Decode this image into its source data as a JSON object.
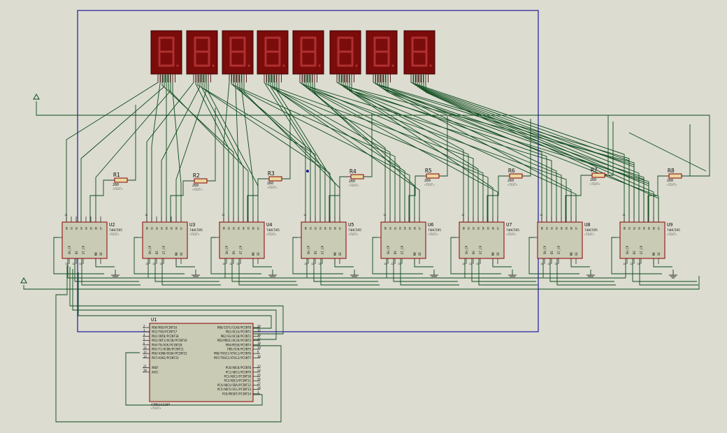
{
  "colors": {
    "background": "#dcdcd0",
    "wire": "#0b4a1c",
    "component_outline": "#8a0000",
    "component_fill": "#c9cbb4",
    "display_fill": "#7a0c0c",
    "segment": "#b03030",
    "frame": "#1c1c9a",
    "resistor_fill": "#e8d8a0"
  },
  "resistors": [
    {
      "ref": "R1",
      "value": "260",
      "text": "<TEXT>"
    },
    {
      "ref": "R2",
      "value": "260",
      "text": "<TEXT>"
    },
    {
      "ref": "R3",
      "value": "260",
      "text": "<TEXT>"
    },
    {
      "ref": "R4",
      "value": "260",
      "text": "<TEXT>"
    },
    {
      "ref": "R5",
      "value": "260",
      "text": "<TEXT>"
    },
    {
      "ref": "R6",
      "value": "260",
      "text": "<TEXT>"
    },
    {
      "ref": "R7",
      "value": "260",
      "text": "<TEXT>"
    },
    {
      "ref": "R8",
      "value": "260",
      "text": "<TEXT>"
    }
  ],
  "shift_registers": [
    {
      "ref": "U2",
      "part": "74HC595",
      "text": "<TEXT>"
    },
    {
      "ref": "U3",
      "part": "74HC595",
      "text": "<TEXT>"
    },
    {
      "ref": "U4",
      "part": "74HC595",
      "text": "<TEXT>"
    },
    {
      "ref": "U5",
      "part": "74HC595",
      "text": "<TEXT>"
    },
    {
      "ref": "U6",
      "part": "74HC595",
      "text": "<TEXT>"
    },
    {
      "ref": "U7",
      "part": "74HC595",
      "text": "<TEXT>"
    },
    {
      "ref": "U8",
      "part": "74HC595",
      "text": "<TEXT>"
    },
    {
      "ref": "U9",
      "part": "74HC595",
      "text": "<TEXT>"
    }
  ],
  "sr_pins": {
    "top_labels": [
      "Q0",
      "Q1",
      "Q2",
      "Q3",
      "Q4",
      "Q5",
      "Q6",
      "Q7"
    ],
    "left_labels": [
      "SH_CP",
      "DS",
      "ST_CP"
    ],
    "right_labels": [
      "MR",
      "OE"
    ],
    "pin_numbers": [
      "15",
      "14",
      "12",
      "11"
    ]
  },
  "mcu": {
    "ref": "U1",
    "part": "ATMEGA328P",
    "text": "<TEXT>",
    "left_pins": [
      {
        "num": "2",
        "label": "PD0/RXD/PCINT16"
      },
      {
        "num": "3",
        "label": "PD1/TXD/PCINT17"
      },
      {
        "num": "4",
        "label": "PD2/INT0/PCINT18"
      },
      {
        "num": "5",
        "label": "PD3/INT1/OC2B/PCINT19"
      },
      {
        "num": "6",
        "label": "PD4/T0/XCK/PCINT20"
      },
      {
        "num": "11",
        "label": "PD5/T1/OC0B/PCINT21"
      },
      {
        "num": "12",
        "label": "PD6/AIN0/OC0A/PCINT22"
      },
      {
        "num": "13",
        "label": "PD7/AIN1/PCINT23"
      },
      {
        "num": "21",
        "label": "AREF"
      },
      {
        "num": "20",
        "label": "AVCC"
      }
    ],
    "right_pins": [
      {
        "num": "14",
        "label": "PB0/ICP1/CLKO/PCINT0"
      },
      {
        "num": "15",
        "label": "PB1/OC1A/PCINT1"
      },
      {
        "num": "16",
        "label": "PB2/SS/OC1B/PCINT2"
      },
      {
        "num": "17",
        "label": "PB3/MOSI/OC2A/PCINT3"
      },
      {
        "num": "18",
        "label": "PB4/MISO/PCINT4"
      },
      {
        "num": "19",
        "label": "PB5/SCK/PCINT5"
      },
      {
        "num": "9",
        "label": "PB6/TOSC1/XTAL1/PCINT6"
      },
      {
        "num": "10",
        "label": "PB7/TOSC2/XTAL2/PCINT7"
      },
      {
        "num": "23",
        "label": "PC0/ADC0/PCINT8"
      },
      {
        "num": "24",
        "label": "PC1/ADC1/PCINT9"
      },
      {
        "num": "25",
        "label": "PC2/ADC2/PCINT10"
      },
      {
        "num": "26",
        "label": "PC3/ADC3/PCINT11"
      },
      {
        "num": "27",
        "label": "PC4/ADC4/SDA/PCINT12"
      },
      {
        "num": "28",
        "label": "PC5/ADC5/SCL/PCINT13"
      },
      {
        "num": "1",
        "label": "PC6/RESET/PCINT14"
      }
    ]
  },
  "displays": [
    {
      "glyph": "8"
    },
    {
      "glyph": "8"
    },
    {
      "glyph": "8"
    },
    {
      "glyph": "8"
    },
    {
      "glyph": "8"
    },
    {
      "glyph": "8"
    },
    {
      "glyph": "8"
    },
    {
      "glyph": "8"
    }
  ]
}
